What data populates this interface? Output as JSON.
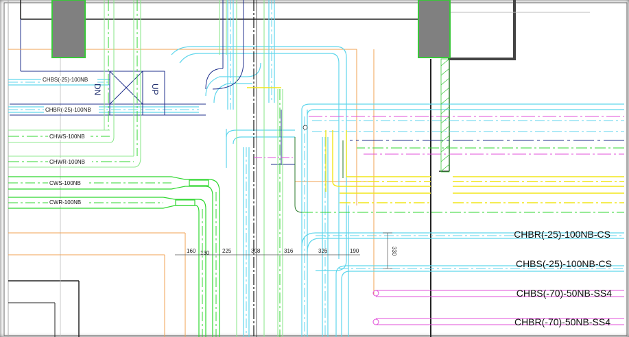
{
  "colors": {
    "chilled": "#5fd6ec",
    "condenser": "#2fd72f",
    "condenser_light": "#8fe88f",
    "yellow": "#f2e619",
    "magenta": "#e04fd8",
    "orange": "#f0a050",
    "navy": "#20308c",
    "column": "#808080",
    "column_edge": "#39c739"
  },
  "pipe_labels_left": [
    "CHBS(-25)-100NB",
    "CHBR(-25)-100NB",
    "CHWS-100NB",
    "CHWR-100NB",
    "CWS-100NB",
    "CWR-100NB"
  ],
  "pipe_labels_right": [
    "CHBR(-25)-100NB-CS",
    "CHBS(-25)-100NB-CS",
    "CHBS(-70)-50NB-SS4",
    "CHBR(-70)-50NB-SS4"
  ],
  "flow_marks": {
    "down": "DN",
    "up": "UP"
  },
  "dimensions": [
    "160",
    "130",
    "225",
    "308",
    "316",
    "326",
    "190"
  ],
  "vertical_dimension": "330"
}
